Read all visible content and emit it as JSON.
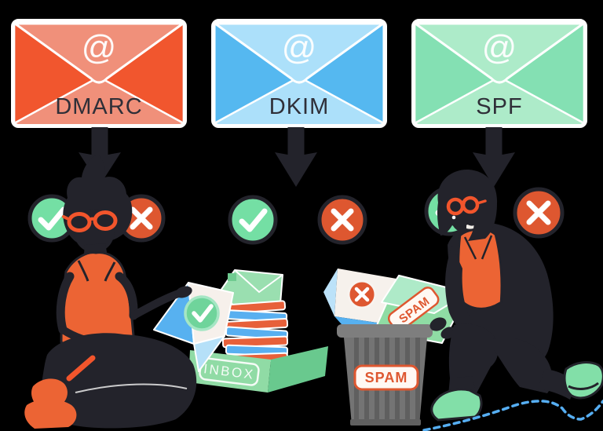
{
  "scene": {
    "background": "#000000",
    "text_dark": "#2F2F38"
  },
  "envelopes": [
    {
      "label": "DMARC",
      "symbol": "@",
      "dark": "#F1562E",
      "light": "#F0907A"
    },
    {
      "label": "DKIM",
      "symbol": "@",
      "dark": "#55B8F0",
      "light": "#ACE0FA"
    },
    {
      "label": "SPF",
      "symbol": "@",
      "dark": "#84E0B3",
      "light": "#ADEBC9"
    }
  ],
  "icons": {
    "arrow_color": "#23232B",
    "check_color": "#74DFA4",
    "cross_color": "#DE5730",
    "outline_color": "#23232B"
  },
  "inbox": {
    "label": "INBOX",
    "box_color": "#90DBA5",
    "side_color": "#69C98E"
  },
  "trash": {
    "label": "SPAM",
    "sticker": "SPAM",
    "can_color": "#747474",
    "accent": "#DE5730"
  },
  "ground": {
    "dash_color": "#56AEF2"
  }
}
